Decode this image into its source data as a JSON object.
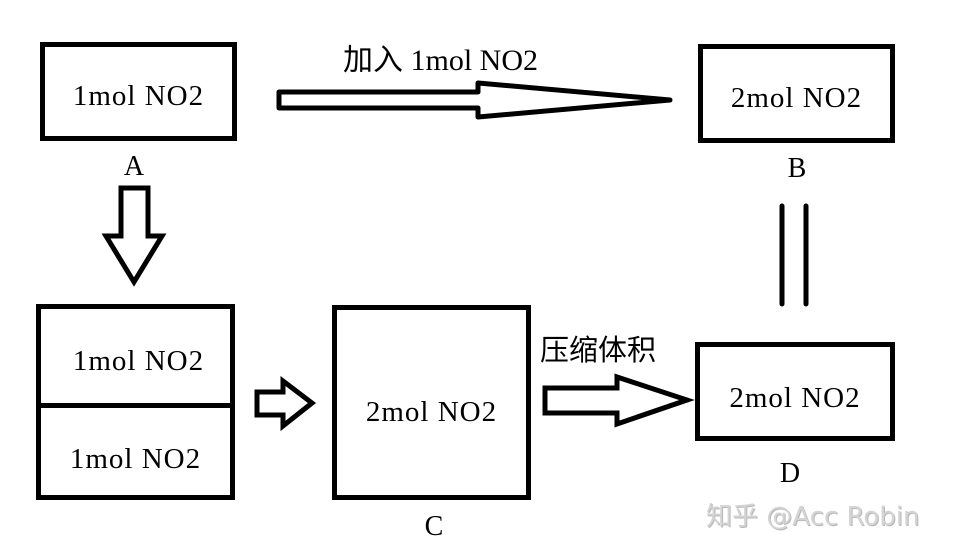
{
  "diagram": {
    "nodes": {
      "A": {
        "label": "A",
        "content": "1mol NO2"
      },
      "B": {
        "label": "B",
        "content": "2mol NO2"
      },
      "stacked": {
        "top": "1mol NO2",
        "bottom": "1mol NO2"
      },
      "C": {
        "label": "C",
        "content": "2mol NO2"
      },
      "D": {
        "label": "D",
        "content": "2mol NO2"
      }
    },
    "edges": [
      {
        "from": "A",
        "to": "B",
        "label": "加入 1mol NO2",
        "type": "arrow"
      },
      {
        "from": "A",
        "to": "stacked",
        "label": "",
        "type": "arrow"
      },
      {
        "from": "stacked",
        "to": "C",
        "label": "",
        "type": "arrow"
      },
      {
        "from": "C",
        "to": "D",
        "label": "压缩体积",
        "type": "arrow"
      },
      {
        "from": "B",
        "to": "D",
        "label": "",
        "type": "equivalence"
      }
    ],
    "captions": {
      "add_no2": "加入 1mol NO2",
      "compress": "压缩体积"
    }
  },
  "watermark": "知乎 @Acc Robin"
}
